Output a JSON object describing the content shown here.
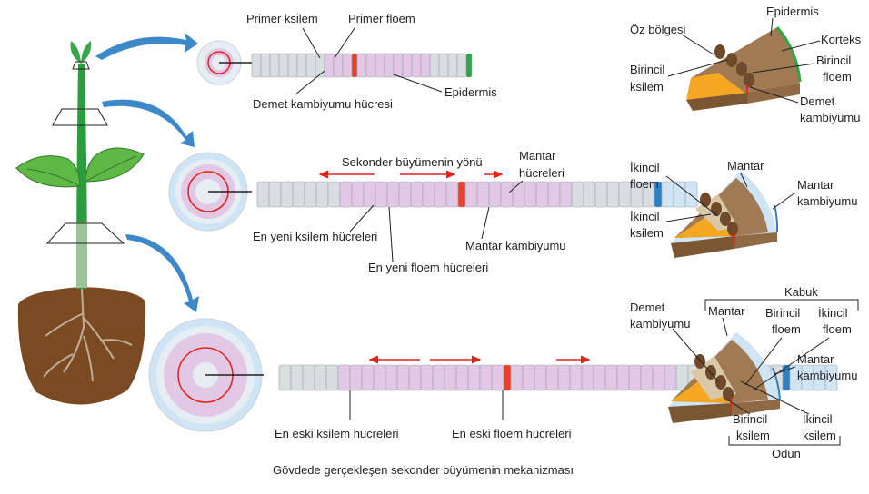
{
  "caption": "Gövdede gerçekleşen sekonder büyümenin mekanizması",
  "strip1": {
    "primer_ksilem": "Primer ksilem",
    "primer_floem": "Primer floem",
    "demet_kambiyumu": "Demet kambiyumu hücresi",
    "epidermis": "Epidermis"
  },
  "strip2": {
    "yon": "Sekonder büyümenin yönü",
    "mantar_1": "Mantar",
    "mantar_2": "hücreleri",
    "en_yeni_ksilem": "En yeni ksilem hücreleri",
    "en_yeni_floem": "En yeni floem hücreleri",
    "mantar_kambiyumu": "Mantar kambiyumu"
  },
  "strip3": {
    "en_eski_ksilem": "En eski ksilem hücreleri",
    "en_eski_floem": "En eski floem hücreleri"
  },
  "wedge1": {
    "oz_bolgesi": "Öz bölgesi",
    "epidermis": "Epidermis",
    "korteks": "Korteks",
    "birincil_ksilem_1": "Birincil",
    "birincil_ksilem_2": "ksilem",
    "birincil_floem_1": "Birincil",
    "birincil_floem_2": "floem",
    "demet_kambiyumu_1": "Demet",
    "demet_kambiyumu_2": "kambiyumu"
  },
  "wedge2": {
    "ikincil_floem_1": "İkincil",
    "ikincil_floem_2": "floem",
    "mantar": "Mantar",
    "mantar_kambiyumu_1": "Mantar",
    "mantar_kambiyumu_2": "kambiyumu",
    "ikincil_ksilem_1": "İkincil",
    "ikincil_ksilem_2": "ksilem"
  },
  "wedge3": {
    "kabuk": "Kabuk",
    "demet_kambiyumu_1": "Demet",
    "demet_kambiyumu_2": "kambiyumu",
    "mantar": "Mantar",
    "birincil_floem_1": "Birincil",
    "birincil_floem_2": "floem",
    "ikincil_floem_1": "İkincil",
    "ikincil_floem_2": "floem",
    "mantar_kambiyumu_1": "Mantar",
    "mantar_kambiyumu_2": "kambiyumu",
    "birincil_ksilem_1": "Birincil",
    "birincil_ksilem_2": "ksilem",
    "ikincil_ksilem_1": "İkincil",
    "ikincil_ksilem_2": "ksilem",
    "odun": "Odun"
  },
  "colors": {
    "xylem_gray": "#d8dde0",
    "phloem_pink": "#e3c8e6",
    "cambium_red": "#e8412c",
    "epidermis_green": "#2ea548",
    "cork_blue": "#cfe5f5",
    "cork_cambium_blue": "#2f7fc1",
    "arrow_blue": "#3d88c8",
    "pith_orange": "#f5a623",
    "cortex_brown": "#a07a52",
    "bundle_brown": "#6e4a2a",
    "soil_brown": "#7b4a22",
    "stem_green": "#2a9d3f"
  }
}
